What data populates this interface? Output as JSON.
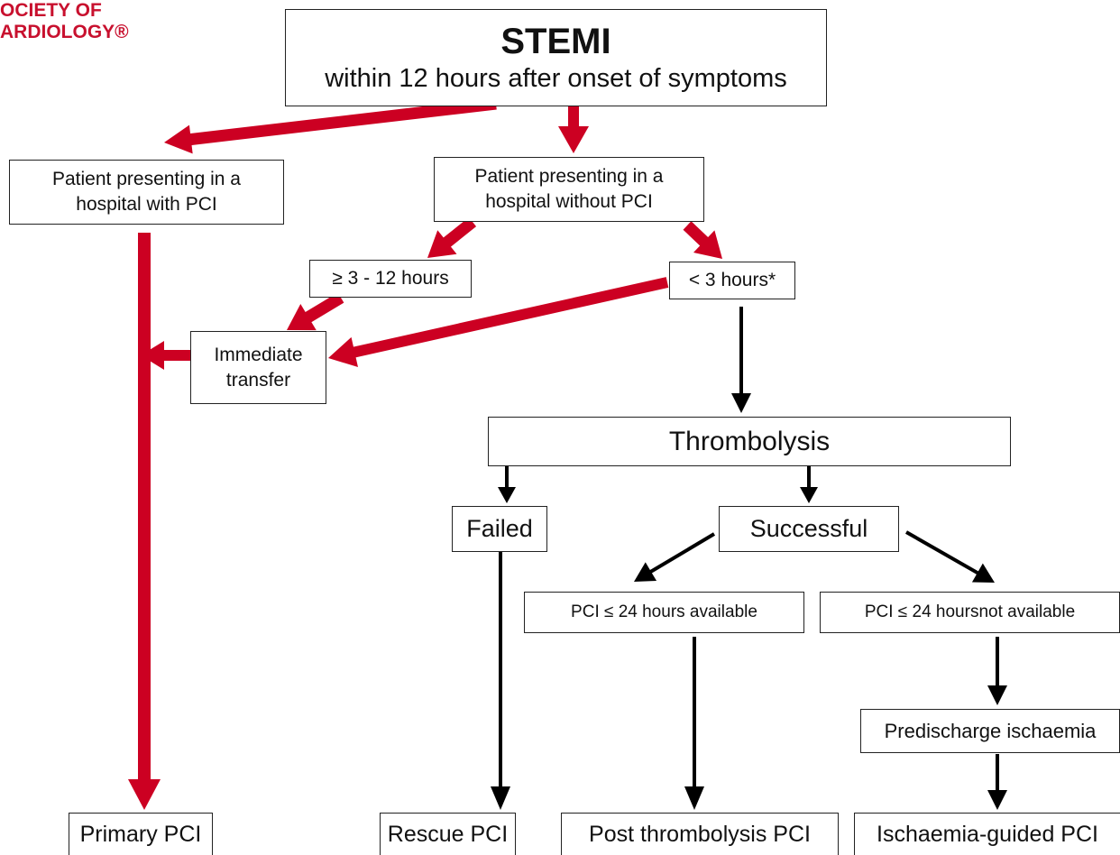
{
  "logo": {
    "line1": "OCIETY OF",
    "line2": "ARDIOLOGY®",
    "color": "#c8102e"
  },
  "colors": {
    "red_arrow": "#cc0022",
    "black_arrow": "#000000",
    "box_border": "#222222"
  },
  "nodes": {
    "stemi": {
      "title": "STEMI",
      "subtitle": "within 12 hours after onset of symptoms"
    },
    "hospital_with_pci": {
      "line1": "Patient presenting in a",
      "line2": "hospital with PCI"
    },
    "hospital_without_pci": {
      "line1": "Patient presenting in a",
      "line2": "hospital without PCI"
    },
    "time_3_12": {
      "label": "≥ 3 - 12 hours"
    },
    "time_lt3": {
      "label": "< 3 hours*"
    },
    "immediate_transfer": {
      "line1": "Immediate",
      "line2": "transfer"
    },
    "thrombolysis": {
      "label": "Thrombolysis"
    },
    "failed": {
      "label": "Failed"
    },
    "successful": {
      "label": "Successful"
    },
    "pci_available": {
      "label": "PCI ≤ 24 hours available"
    },
    "pci_not_available": {
      "label": "PCI ≤ 24 hoursnot available"
    },
    "predischarge": {
      "label": "Predischarge ischaemia"
    },
    "primary_pci": {
      "label": "Primary PCI"
    },
    "rescue_pci": {
      "label": "Rescue PCI"
    },
    "post_thrombolysis_pci": {
      "label": "Post thrombolysis PCI"
    },
    "ischaemia_guided_pci": {
      "label": "Ischaemia-guided PCI"
    }
  },
  "edges": [
    {
      "from": "stemi",
      "to": "hospital_with_pci",
      "color": "red"
    },
    {
      "from": "stemi",
      "to": "hospital_without_pci",
      "color": "red"
    },
    {
      "from": "hospital_with_pci",
      "to": "primary_pci",
      "color": "red"
    },
    {
      "from": "hospital_without_pci",
      "to": "time_3_12",
      "color": "red"
    },
    {
      "from": "hospital_without_pci",
      "to": "time_lt3",
      "color": "red"
    },
    {
      "from": "time_3_12",
      "to": "immediate_transfer",
      "color": "red"
    },
    {
      "from": "time_lt3",
      "to": "immediate_transfer",
      "color": "red"
    },
    {
      "from": "immediate_transfer",
      "to": "primary_pci",
      "color": "red"
    },
    {
      "from": "time_lt3",
      "to": "thrombolysis",
      "color": "black"
    },
    {
      "from": "thrombolysis",
      "to": "failed",
      "color": "black"
    },
    {
      "from": "thrombolysis",
      "to": "successful",
      "color": "black"
    },
    {
      "from": "successful",
      "to": "pci_available",
      "color": "black"
    },
    {
      "from": "successful",
      "to": "pci_not_available",
      "color": "black"
    },
    {
      "from": "failed",
      "to": "rescue_pci",
      "color": "black"
    },
    {
      "from": "pci_available",
      "to": "post_thrombolysis_pci",
      "color": "black"
    },
    {
      "from": "pci_not_available",
      "to": "predischarge",
      "color": "black"
    },
    {
      "from": "predischarge",
      "to": "ischaemia_guided_pci",
      "color": "black"
    }
  ]
}
